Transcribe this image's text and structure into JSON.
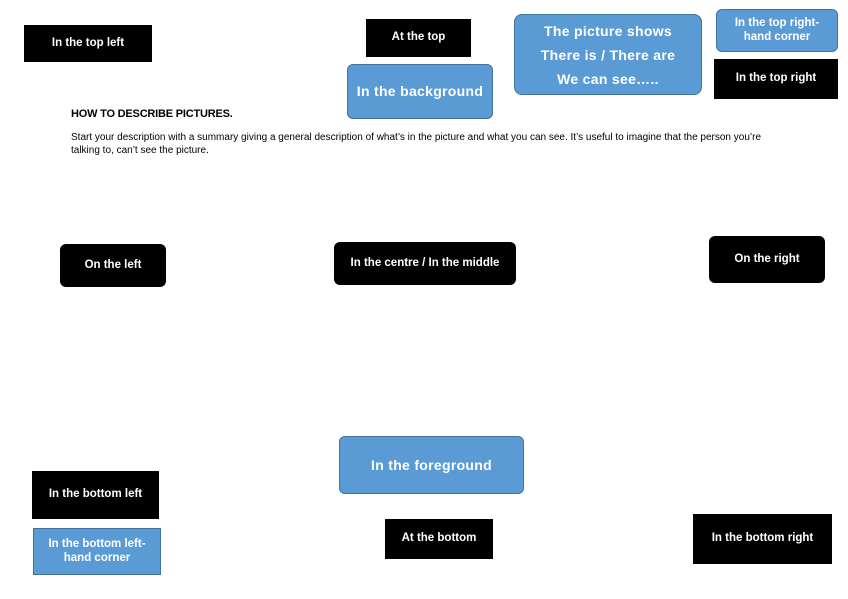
{
  "labels": {
    "top_left": "In the top left",
    "at_the_top": "At the top",
    "background": "In the background",
    "picture_shows": [
      "The picture shows",
      "There is / There are",
      "We can see….."
    ],
    "top_right_corner": [
      "In the top right-",
      "hand corner"
    ],
    "top_right": "In the top right",
    "on_the_left": "On the left",
    "centre": "In the centre / In the middle",
    "on_the_right": "On the right",
    "foreground": "In the foreground",
    "bottom_left": "In the bottom left",
    "bottom_left_corner": [
      "In the bottom left-",
      "hand corner"
    ],
    "at_the_bottom": "At the bottom",
    "bottom_right": "In the bottom right"
  },
  "document": {
    "heading": "HOW TO DESCRIBE PICTURES.",
    "body": "Start your description with a summary giving a general description of what’s in the picture and what you can see. It’s useful to imagine that the person you’re talking to, can’t see the picture."
  },
  "colors": {
    "black_box": "#000000",
    "blue_box": "#5b9bd5",
    "blue_border": "#41719c",
    "text_on_box": "#ffffff"
  }
}
